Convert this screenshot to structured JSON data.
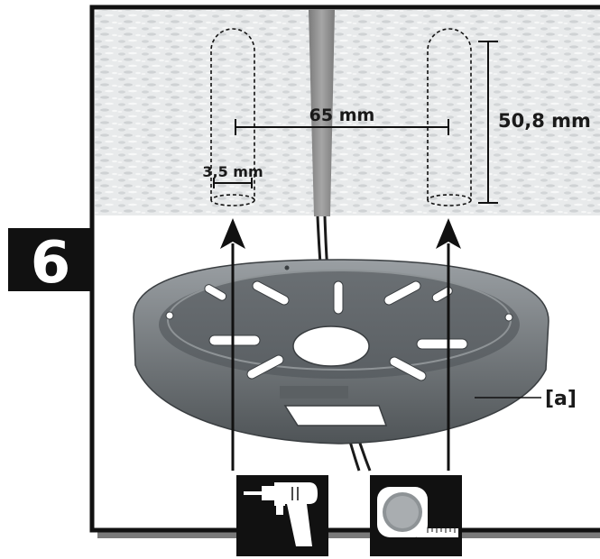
{
  "step_number": "6",
  "dimensions": {
    "hole_spacing": "65 mm",
    "hole_depth": "50,8 mm",
    "hole_diameter": "3,5 mm"
  },
  "part_label": "[a]",
  "tools": [
    "drill-icon",
    "tape-measure-icon"
  ],
  "colors": {
    "frame": "#111111",
    "plate": "#6d7276",
    "cable": "#8c8c8c",
    "wall": "#e9ebec"
  }
}
